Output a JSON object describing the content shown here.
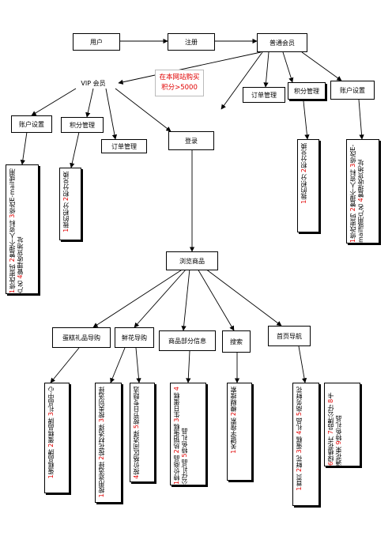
{
  "nodes": {
    "user": "用户",
    "register": "注册",
    "regular_member": "普通会员",
    "vip_member": "VIP 会员",
    "condition_line1": "在本网站购买",
    "condition_line2": "积分>5000",
    "order_mgmt_regular": "订单管理",
    "points_mgmt_regular": "积分管理",
    "account_settings_regular": "账户设置",
    "account_settings_vip": "账户设置",
    "points_mgmt_vip": "积分管理",
    "order_mgmt_vip": "订单管理",
    "login": "登录",
    "browse_products": "浏览商品",
    "cake_gift_guide": "蛋糕礼品导购",
    "flower_guide": "鲜花导购",
    "product_info": "商品部分信息",
    "search": "搜索",
    "homepage_nav": "首页导航"
  },
  "details": {
    "vip_account": [
      {
        "n": "1",
        "t": "修改密码"
      },
      {
        "n": "2",
        "t": "管理个人资料"
      },
      {
        "n": "3",
        "t": "修改E-mail或用户名"
      },
      {
        "n": "4",
        "t": "管理收货地址"
      }
    ],
    "vip_points": [
      {
        "n": "1",
        "t": "我的积分"
      },
      {
        "n": "2",
        "t": "积分兑换"
      }
    ],
    "regular_points": [
      {
        "n": "1",
        "t": "我的积分"
      },
      {
        "n": "2",
        "t": "积分兑换"
      }
    ],
    "regular_account": [
      {
        "n": "1",
        "t": "修改密码"
      },
      {
        "n": "2",
        "t": "管理个人资料"
      },
      {
        "n": "3",
        "t": "修改E-mail或用户名"
      },
      {
        "n": "4",
        "t": "管理收货地址"
      }
    ],
    "cake": [
      {
        "n": "1",
        "t": "蛋糕品牌"
      },
      {
        "n": "2",
        "t": "蛋糕品牌"
      },
      {
        "n": "3",
        "t": "礼品中心"
      }
    ],
    "flower_a": [
      {
        "n": "1",
        "t": "按用途选择"
      },
      {
        "n": "2",
        "t": "按花材选择"
      },
      {
        "n": "3",
        "t": "按类别选择"
      }
    ],
    "flower_b": [
      {
        "n": "4",
        "t": "按价格区间选择"
      },
      {
        "n": "5",
        "t": "按节日专题选"
      }
    ],
    "product": [
      {
        "n": "1",
        "t": "特价商品"
      },
      {
        "n": "2",
        "t": "热销蛋糕"
      },
      {
        "n": "3",
        "t": "生日蛋糕"
      },
      {
        "n": "4",
        "t": "公仔礼品"
      },
      {
        "n": "5",
        "t": "特色礼品"
      }
    ],
    "search": [
      {
        "n": "1",
        "t": "关键字搜索"
      },
      {
        "n": "2",
        "t": "模糊搜索"
      }
    ],
    "home_a": [
      {
        "n": "1",
        "t": "首页"
      },
      {
        "n": "2",
        "t": "鲜花"
      },
      {
        "n": "3",
        "t": "蛋糕"
      },
      {
        "n": "4",
        "t": "礼品"
      },
      {
        "n": "5",
        "t": "商务鲜花"
      }
    ],
    "home_b": [
      {
        "n": "6",
        "t": "绿植花卉"
      },
      {
        "n": "7",
        "t": "品牌公仔"
      },
      {
        "n": "8",
        "t": "卡通花束"
      },
      {
        "n": "9",
        "t": "特色礼品"
      }
    ]
  },
  "colors": {
    "line": "#000000",
    "number": "#e00000",
    "condition": "#e00000"
  }
}
